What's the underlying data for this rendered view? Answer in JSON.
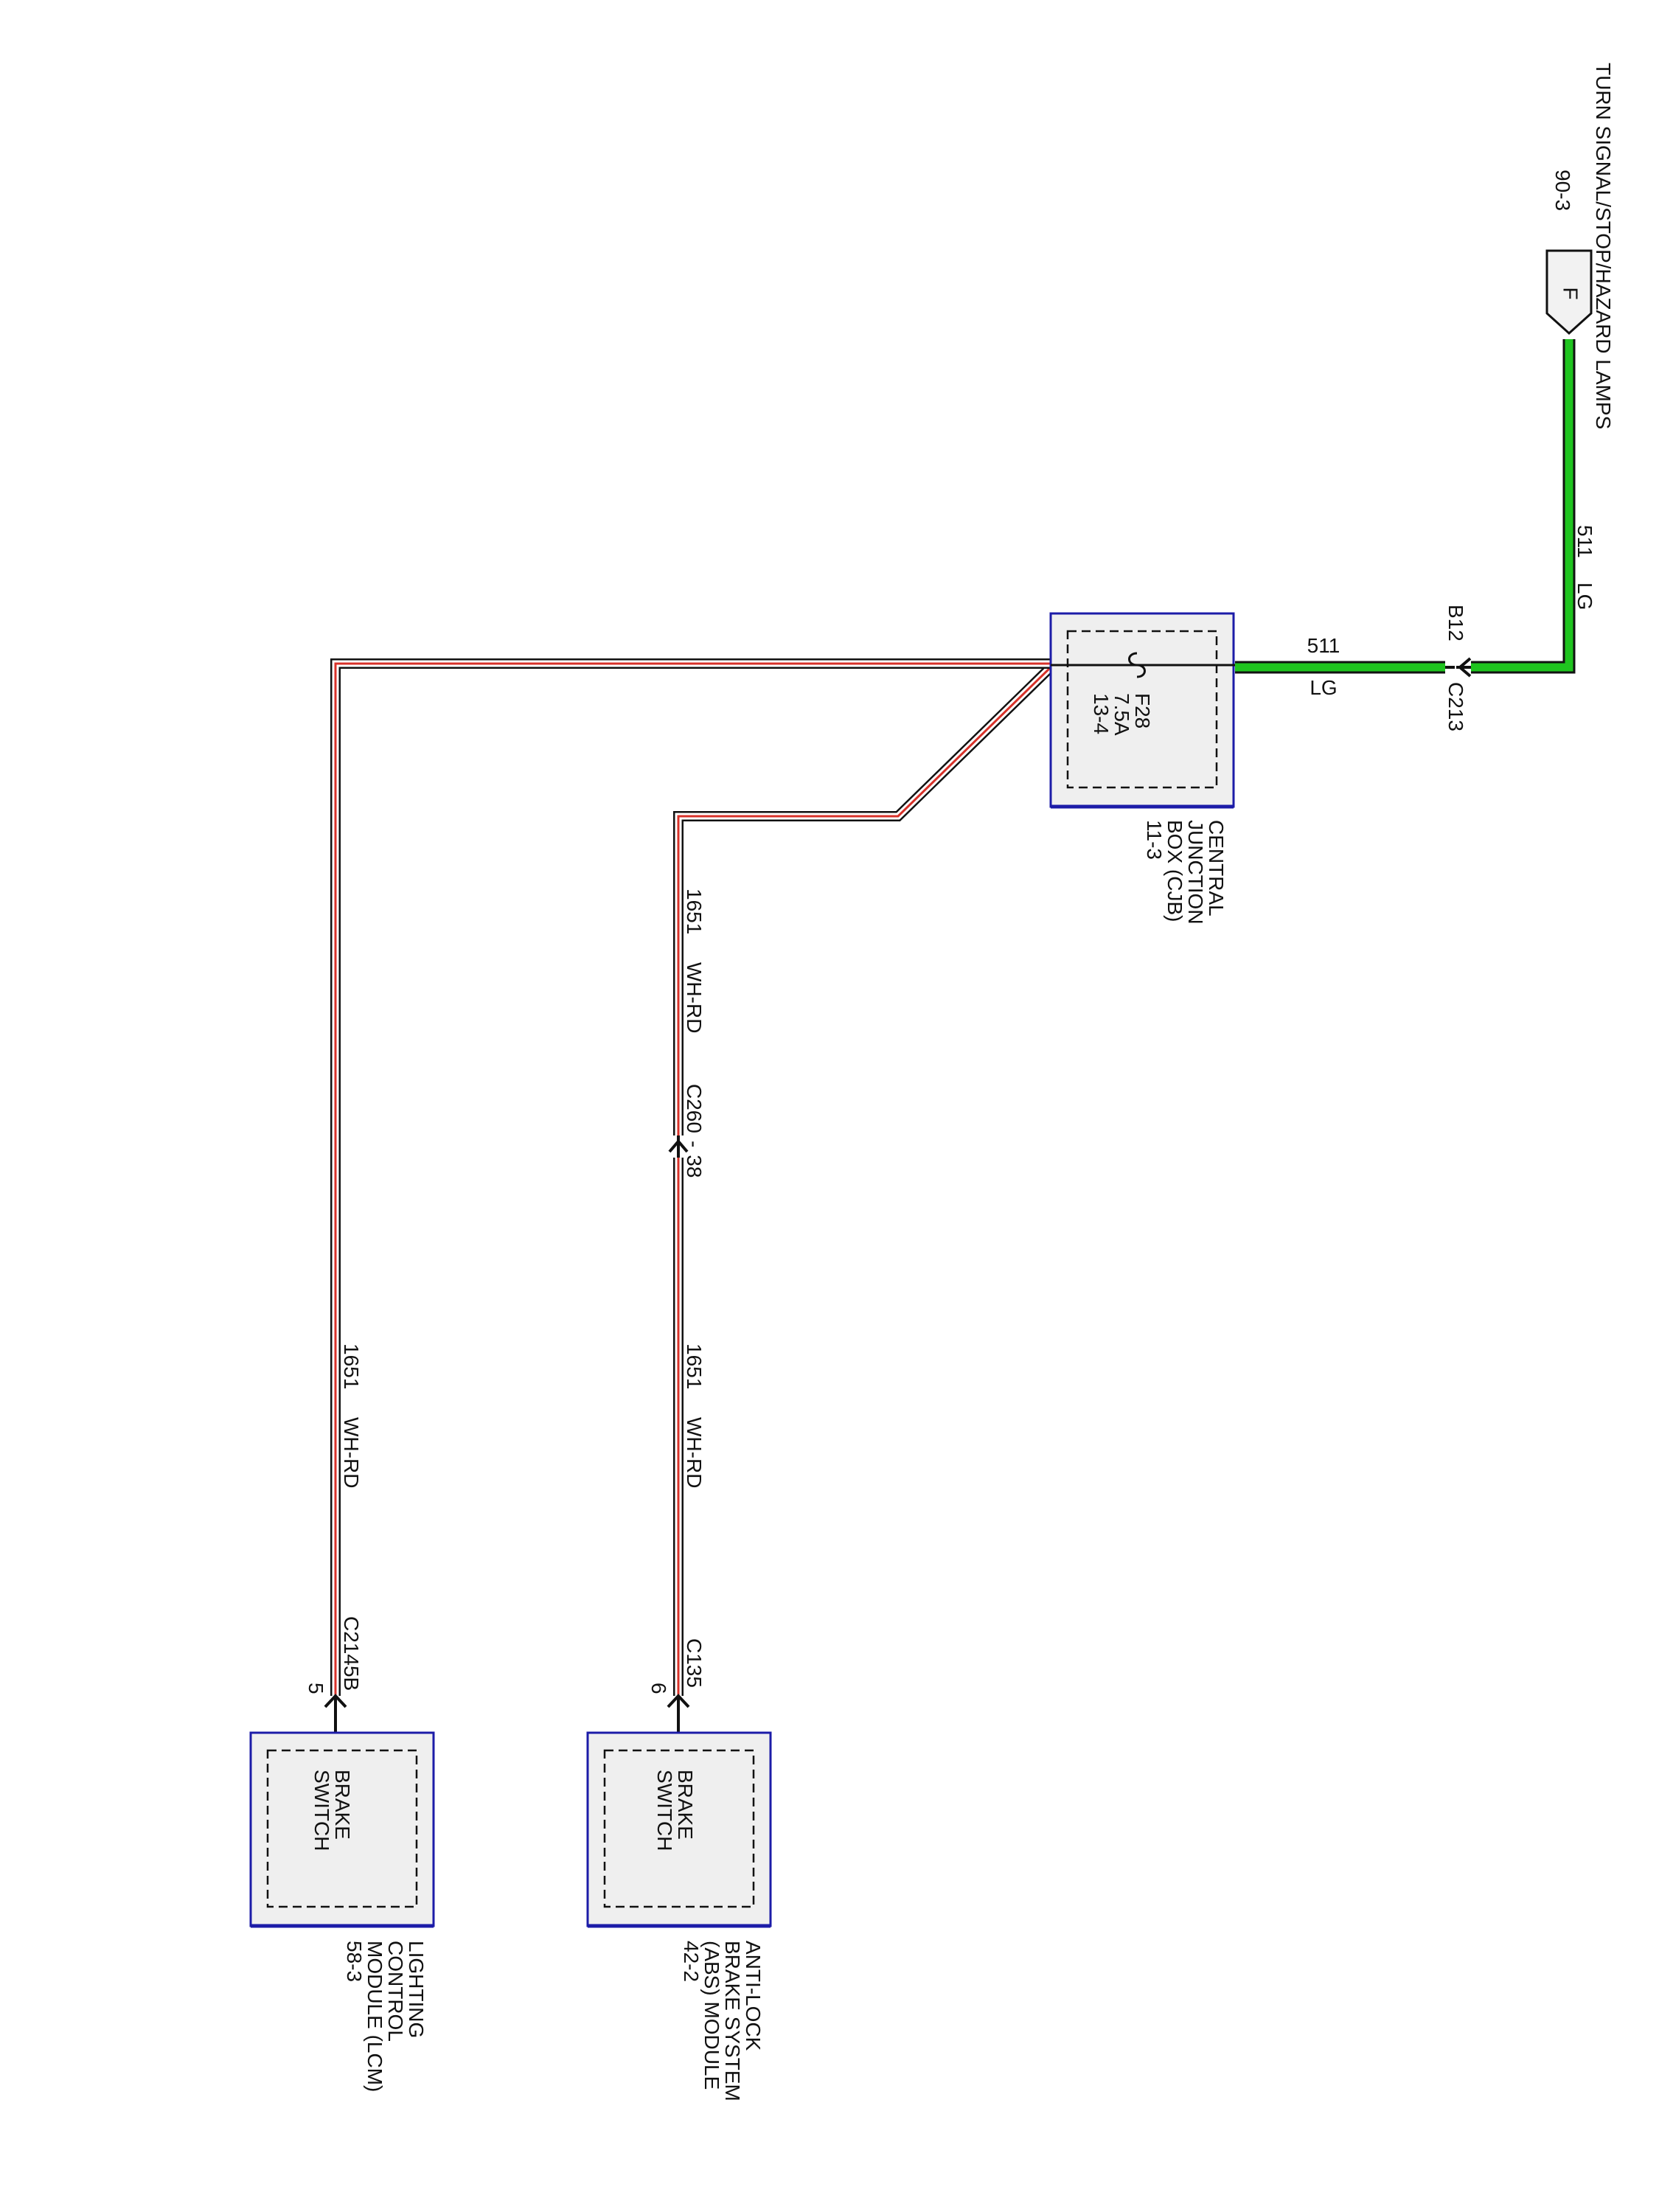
{
  "source": {
    "label": "TURN SIGNAL/STOP/HAZARD LAMPS",
    "ref": "90-3",
    "pin": "F"
  },
  "wires": {
    "feed_vertical": {
      "circuit": "511",
      "color": "LG"
    },
    "feed_horizontal": {
      "circuit": "511",
      "color": "LG"
    },
    "abs_upper": {
      "circuit": "1651",
      "color": "WH-RD"
    },
    "abs_lower": {
      "circuit": "1651",
      "color": "WH-RD"
    },
    "lcm": {
      "circuit": "1651",
      "color": "WH-RD"
    }
  },
  "connectors": {
    "c213": {
      "name": "C213",
      "pin": "B12"
    },
    "c260": {
      "name": "C260",
      "pin": "38",
      "separator": "-"
    },
    "c135": {
      "name": "C135",
      "pin": "6"
    },
    "c2145b": {
      "name": "C2145B",
      "pin": "5"
    }
  },
  "cjb": {
    "fuse": {
      "id": "F28",
      "rating": "7.5A",
      "ref": "13-4"
    },
    "label_lines": [
      "CENTRAL",
      "JUNCTION",
      "BOX (CJB)",
      "11-3"
    ]
  },
  "abs_module": {
    "internal": [
      "BRAKE",
      "SWITCH"
    ],
    "label_lines": [
      "ANTI-LOCK",
      "BRAKE SYSTEM",
      "(ABS) MODULE",
      "42-2"
    ]
  },
  "lcm_module": {
    "internal": [
      "BRAKE",
      "SWITCH"
    ],
    "label_lines": [
      "LIGHTING",
      "CONTROL",
      "MODULE (LCM)",
      "58-3"
    ]
  },
  "colors": {
    "LG": "#1fc41f",
    "WH": "#ffffff",
    "RD": "#d8322a",
    "outline": "#111111",
    "module_border": "#1c1ca8",
    "module_fill": "#efefef"
  }
}
